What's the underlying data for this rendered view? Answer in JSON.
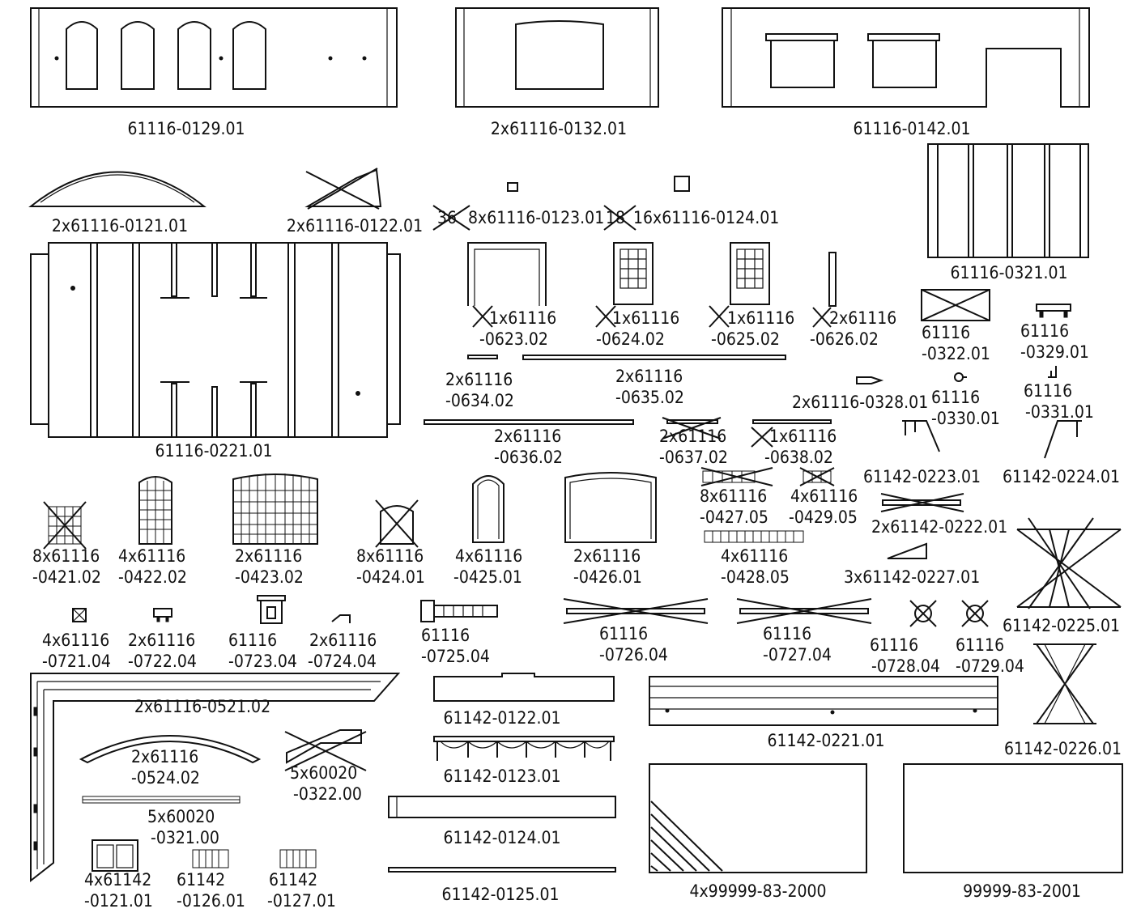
{
  "sheet": {
    "parts": {
      "p0129": "61116-0129.01",
      "p0132": "2x61116-0132.01",
      "p0142": "61116-0142.01",
      "p0121": "2x61116-0121.01",
      "p0122": "2x61116-0122.01",
      "p0123": "8x61116-0123.01",
      "p0123_struck": "36",
      "p0124": "16x61116-0124.01",
      "p0124_struck": "18",
      "p0321": "61116-0321.01",
      "p0221": "61116-0221.01",
      "p0623": [
        "1x61116",
        "-0623.02"
      ],
      "p0624": [
        "1x61116",
        "-0624.02"
      ],
      "p0625": [
        "1x61116",
        "-0625.02"
      ],
      "p0626": [
        "2x61116",
        "-0626.02"
      ],
      "p0322": [
        "61116",
        "-0322.01"
      ],
      "p0329": [
        "61116",
        "-0329.01"
      ],
      "p0634": [
        "2x61116",
        "-0634.02"
      ],
      "p0635": [
        "2x61116",
        "-0635.02"
      ],
      "p0328": "2x61116-0328.01",
      "p0330": [
        "61116",
        "-0330.01"
      ],
      "p0331": [
        "61116",
        "-0331.01"
      ],
      "p0636": [
        "2x61116",
        "-0636.02"
      ],
      "p0637": [
        "2x61116",
        "-0637.02"
      ],
      "p0638": [
        "1x61116",
        "-0638.02"
      ],
      "p42_0223": "61142-0223.01",
      "p42_0224": "61142-0224.01",
      "p0427": [
        "8x61116",
        "-0427.05"
      ],
      "p0429": [
        "4x61116",
        "-0429.05"
      ],
      "p42_0222": "2x61142-0222.01",
      "p0421": [
        "8x61116",
        "-0421.02"
      ],
      "p0422": [
        "4x61116",
        "-0422.02"
      ],
      "p0423": [
        "2x61116",
        "-0423.02"
      ],
      "p0424": [
        "8x61116",
        "-0424.01"
      ],
      "p0425": [
        "4x61116",
        "-0425.01"
      ],
      "p0426": [
        "2x61116",
        "-0426.01"
      ],
      "p0428": [
        "4x61116",
        "-0428.05"
      ],
      "p42_0227": "3x61142-0227.01",
      "p42_0225": "61142-0225.01",
      "p0721": [
        "4x61116",
        "-0721.04"
      ],
      "p0722": [
        "2x61116",
        "-0722.04"
      ],
      "p0723": [
        "61116",
        "-0723.04"
      ],
      "p0724": [
        "2x61116",
        "-0724.04"
      ],
      "p0725": [
        "61116",
        "-0725.04"
      ],
      "p0726": [
        "61116",
        "-0726.04"
      ],
      "p0727": [
        "61116",
        "-0727.04"
      ],
      "p0728": [
        "61116",
        "-0728.04"
      ],
      "p0729": [
        "61116",
        "-0729.04"
      ],
      "p0521": "2x61116-0521.02",
      "p42_0122": "61142-0122.01",
      "p42_0221": "61142-0221.01",
      "p42_0226": "61142-0226.01",
      "p0524": [
        "2x61116",
        "-0524.02"
      ],
      "p60_0322": [
        "5x60020",
        "-0322.00"
      ],
      "p42_0123": "61142-0123.01",
      "p60_0321": [
        "5x60020",
        "-0321.00"
      ],
      "p42_0124": "61142-0124.01",
      "p42_0121": [
        "4x61142",
        "-0121.01"
      ],
      "p42_0126": [
        "61142",
        "-0126.01"
      ],
      "p42_0127": [
        "61142",
        "-0127.01"
      ],
      "p42_0125": "61142-0125.01",
      "p99_2000": "4x99999-83-2000",
      "p99_2001": "99999-83-2001"
    }
  }
}
